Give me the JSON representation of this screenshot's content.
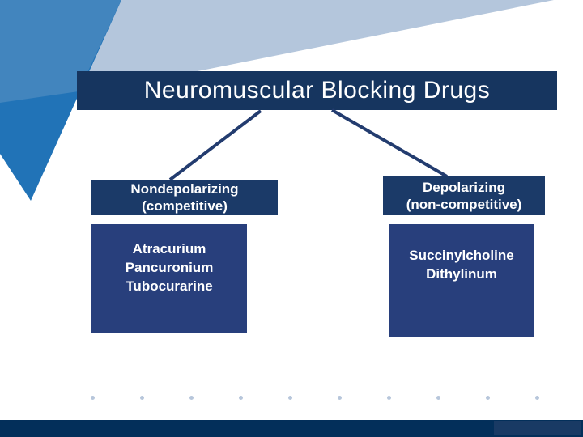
{
  "slide": {
    "title": "Neuromuscular Blocking Drugs"
  },
  "diagram": {
    "left_branch": {
      "header_line1": "Nondepolarizing",
      "header_line2": "(competitive)",
      "drugs": [
        "Atracurium",
        "Pancuronium",
        "Tubocurarine"
      ]
    },
    "right_branch": {
      "header_line1": "Depolarizing",
      "header_line2": "(non-competitive)",
      "drugs": [
        "Succinylcholine",
        "Dithylinum"
      ]
    }
  },
  "colors": {
    "title_bar": "#16355f",
    "header_box": "#1b3a68",
    "content_box": "#283f7c",
    "connector": "#233c6f",
    "corner_blue": "#2173b7",
    "corner_blue_light": "#4285be",
    "corner_gray": "#b4c6dc",
    "bottom_bar": "#032f5a",
    "dot": "#b7c6db"
  }
}
